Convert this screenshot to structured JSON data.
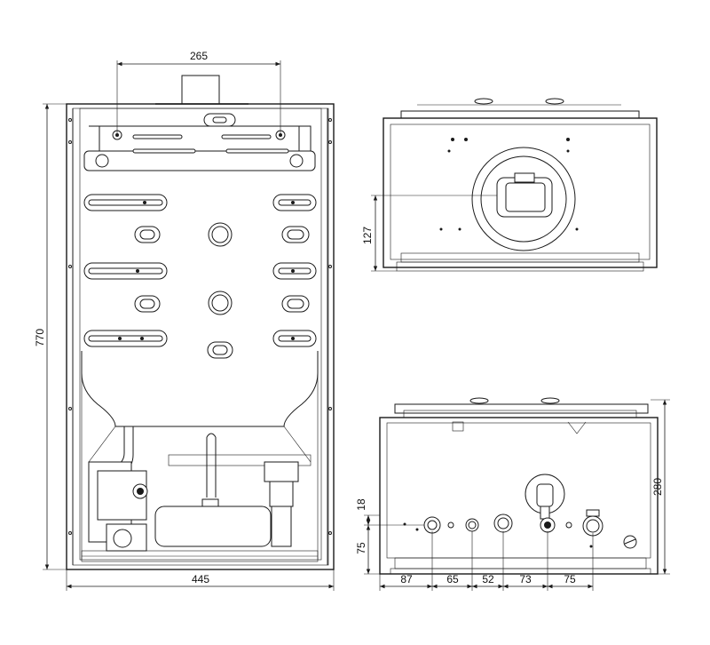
{
  "dimensions": {
    "front_width_top": "265",
    "front_height": "770",
    "front_width_bottom": "445",
    "top_view_offset": "127",
    "bottom_height": "280",
    "bottom_offset_18": "18",
    "bottom_offset_75": "75",
    "spacing": [
      "87",
      "65",
      "52",
      "73",
      "75"
    ]
  }
}
